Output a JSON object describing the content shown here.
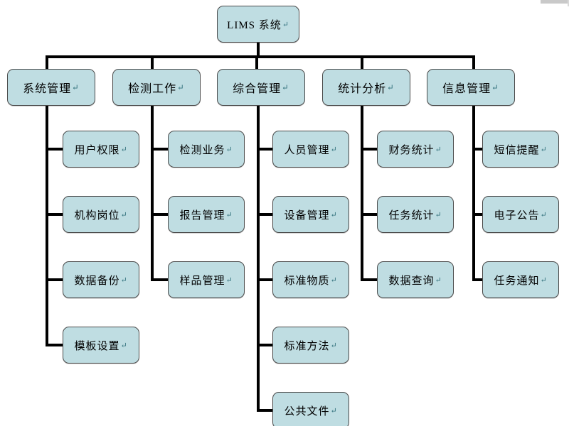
{
  "diagram": {
    "title": "LIMS 系统",
    "type": "organizational-hierarchy-chart",
    "return_mark": "↵",
    "colors": {
      "node_fill": "#bfdde2",
      "node_border": "#4a4a4a",
      "connector": "#000000",
      "background": "#ffffff"
    },
    "root": {
      "label": "LIMS 系统"
    },
    "branches": [
      {
        "label": "系统管理",
        "children": [
          {
            "label": "用户权限"
          },
          {
            "label": "机构岗位"
          },
          {
            "label": "数据备份"
          },
          {
            "label": "模板设置"
          }
        ]
      },
      {
        "label": "检测工作",
        "children": [
          {
            "label": "检测业务"
          },
          {
            "label": "报告管理"
          },
          {
            "label": "样品管理"
          }
        ]
      },
      {
        "label": "综合管理",
        "children": [
          {
            "label": "人员管理"
          },
          {
            "label": "设备管理"
          },
          {
            "label": "标准物质"
          },
          {
            "label": "标准方法"
          },
          {
            "label": "公共文件"
          }
        ]
      },
      {
        "label": "统计分析",
        "children": [
          {
            "label": "财务统计"
          },
          {
            "label": "任务统计"
          },
          {
            "label": "数据查询"
          }
        ]
      },
      {
        "label": "信息管理",
        "children": [
          {
            "label": "短信提醒"
          },
          {
            "label": "电子公告"
          },
          {
            "label": "任务通知"
          }
        ]
      }
    ]
  }
}
